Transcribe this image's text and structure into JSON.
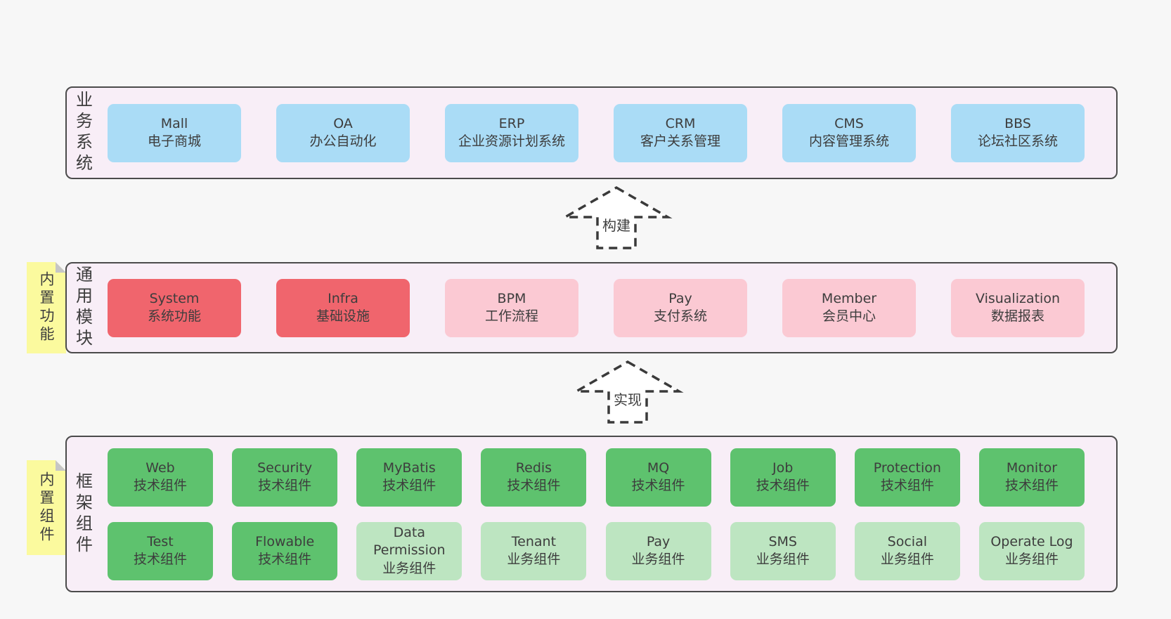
{
  "colors": {
    "page_bg": "#f7f7f7",
    "band_bg": "#f8eef7",
    "band_border": "#4b4b4b",
    "text": "#3d3d3d",
    "blue": "#aadcf6",
    "red": "#f0656d",
    "pink": "#fbc9d3",
    "green": "#5ec26e",
    "green_light": "#bde5c1",
    "sticky_yellow": "#fbfa9e",
    "sticky_fold": "#c6c6c6",
    "arrow_stroke": "#3a3a3a"
  },
  "arrows": [
    {
      "label": "构建"
    },
    {
      "label": "实现"
    }
  ],
  "bands": [
    {
      "label": "业务系统",
      "sticky": null,
      "box_width": "wide",
      "rows": [
        [
          {
            "name": "Mall",
            "subtitle": "电子商城",
            "variant": "blue"
          },
          {
            "name": "OA",
            "subtitle": "办公自动化",
            "variant": "blue"
          },
          {
            "name": "ERP",
            "subtitle": "企业资源计划系统",
            "variant": "blue"
          },
          {
            "name": "CRM",
            "subtitle": "客户关系管理",
            "variant": "blue"
          },
          {
            "name": "CMS",
            "subtitle": "内容管理系统",
            "variant": "blue"
          },
          {
            "name": "BBS",
            "subtitle": "论坛社区系统",
            "variant": "blue"
          }
        ]
      ]
    },
    {
      "label": "通用模块",
      "sticky": "内置功能",
      "box_width": "wide",
      "rows": [
        [
          {
            "name": "System",
            "subtitle": "系统功能",
            "variant": "red"
          },
          {
            "name": "Infra",
            "subtitle": "基础设施",
            "variant": "red"
          },
          {
            "name": "BPM",
            "subtitle": "工作流程",
            "variant": "pink"
          },
          {
            "name": "Pay",
            "subtitle": "支付系统",
            "variant": "pink"
          },
          {
            "name": "Member",
            "subtitle": "会员中心",
            "variant": "pink"
          },
          {
            "name": "Visualization",
            "subtitle": "数据报表",
            "variant": "pink"
          }
        ]
      ]
    },
    {
      "label": "框架组件",
      "sticky": "内置组件",
      "box_width": "narrow",
      "rows": [
        [
          {
            "name": "Web",
            "subtitle": "技术组件",
            "variant": "green"
          },
          {
            "name": "Security",
            "subtitle": "技术组件",
            "variant": "green"
          },
          {
            "name": "MyBatis",
            "subtitle": "技术组件",
            "variant": "green"
          },
          {
            "name": "Redis",
            "subtitle": "技术组件",
            "variant": "green"
          },
          {
            "name": "MQ",
            "subtitle": "技术组件",
            "variant": "green"
          },
          {
            "name": "Job",
            "subtitle": "技术组件",
            "variant": "green"
          },
          {
            "name": "Protection",
            "subtitle": "技术组件",
            "variant": "green"
          },
          {
            "name": "Monitor",
            "subtitle": "技术组件",
            "variant": "green"
          }
        ],
        [
          {
            "name": "Test",
            "subtitle": "技术组件",
            "variant": "green"
          },
          {
            "name": "Flowable",
            "subtitle": "技术组件",
            "variant": "green"
          },
          {
            "name": "Data Permission",
            "subtitle": "业务组件",
            "variant": "green_light"
          },
          {
            "name": "Tenant",
            "subtitle": "业务组件",
            "variant": "green_light"
          },
          {
            "name": "Pay",
            "subtitle": "业务组件",
            "variant": "green_light"
          },
          {
            "name": "SMS",
            "subtitle": "业务组件",
            "variant": "green_light"
          },
          {
            "name": "Social",
            "subtitle": "业务组件",
            "variant": "green_light"
          },
          {
            "name": "Operate Log",
            "subtitle": "业务组件",
            "variant": "green_light"
          }
        ]
      ]
    }
  ]
}
